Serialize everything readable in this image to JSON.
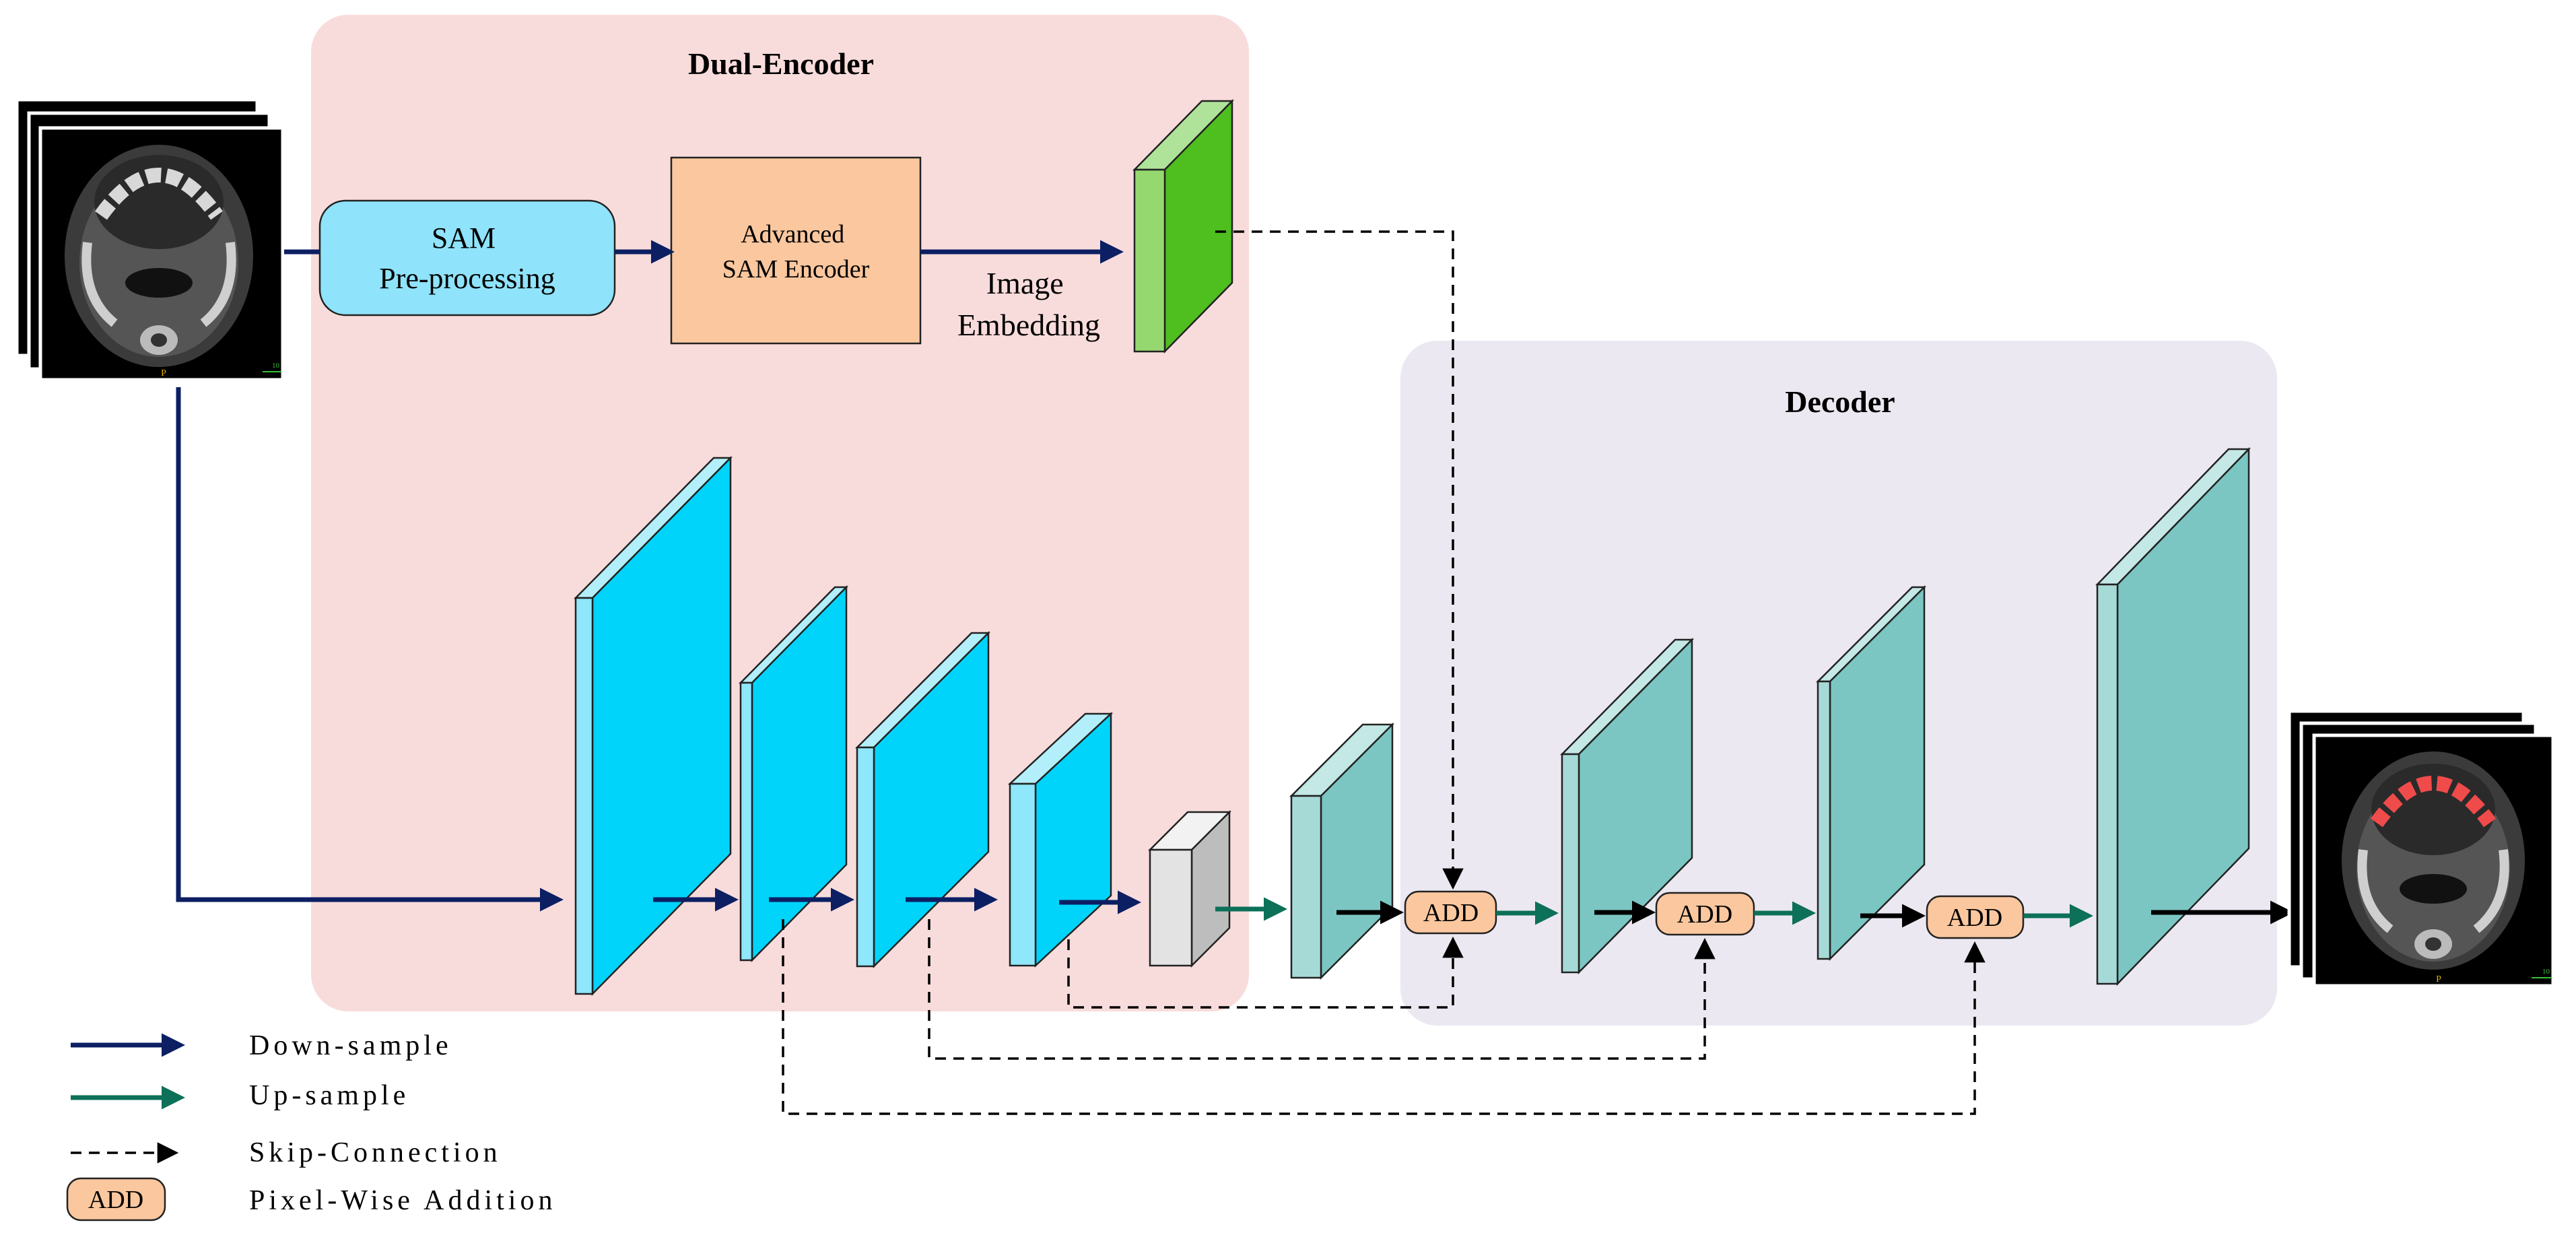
{
  "regions": {
    "encoder_title": "Dual-Encoder",
    "decoder_title": "Decoder"
  },
  "blocks": {
    "sam_preprocessing": [
      "SAM",
      "Pre-processing"
    ],
    "advanced_sam_encoder": [
      "Advanced",
      "SAM Encoder"
    ],
    "image_embedding": [
      "Image",
      "Embedding"
    ]
  },
  "add_label": "ADD",
  "legend": {
    "down_sample": "Down-sample",
    "up_sample": "Up-sample",
    "skip_connection": "Skip-Connection",
    "pixel_wise_addition": "Pixel-Wise Addition",
    "add_box": "ADD"
  },
  "scan_marks": {
    "orientation": "P",
    "scale": "10"
  },
  "colors": {
    "encoder_bg": "#f8dcdb",
    "decoder_bg": "#ece8f1",
    "down_arrow": "#0c1f63",
    "up_arrow": "#0d7058",
    "encoder_block": "#00d4fb",
    "decoder_block": "#7bc6c2",
    "embedding": "#4fbe1f",
    "sam_pre_fill": "#8fe3fb",
    "sam_encoder_fill": "#fbc79e",
    "add_fill": "#fbc79e"
  }
}
